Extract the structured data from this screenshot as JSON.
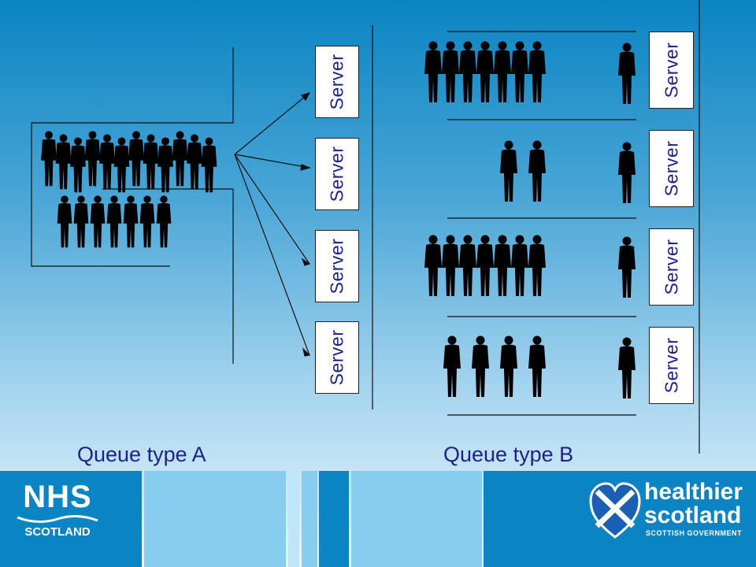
{
  "server_label": "Server",
  "queue_a": {
    "title": "Queue type A",
    "servers": 4,
    "rows": [
      12,
      7
    ]
  },
  "queue_b": {
    "title": "Queue type B",
    "lanes": [
      {
        "waiting": 7,
        "served": 1
      },
      {
        "waiting": 2,
        "served": 1
      },
      {
        "waiting": 7,
        "served": 1
      },
      {
        "waiting": 4,
        "served": 1
      }
    ]
  },
  "logos": {
    "nhs": {
      "name": "NHS",
      "sub": "SCOTLAND"
    },
    "healthier": {
      "line1": "healthier",
      "line2": "scotland",
      "gov": "SCOTTISH GOVERNMENT"
    }
  },
  "colors": {
    "accent_text": "#1e2288",
    "silhouette": "#000000",
    "footer_dark": "#0a84c2",
    "footer_light": "#86cdf0"
  }
}
